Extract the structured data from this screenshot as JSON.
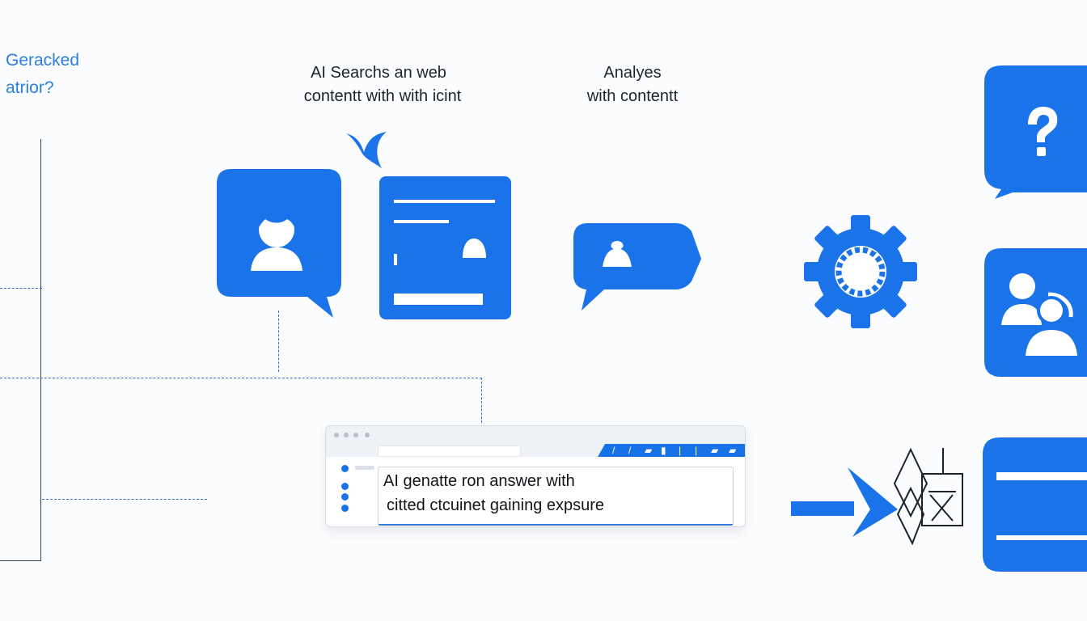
{
  "colors": {
    "accent": "#1a73e8",
    "label_blue": "#2a7fe0",
    "text": "#1f2329",
    "line": "#2f6fd4"
  },
  "left_note": {
    "line1": "Geracked",
    "line2": "atrior?"
  },
  "steps": [
    {
      "line1": "AI Searchs an web",
      "line2": "contentt with with icint"
    },
    {
      "line1": "Analyes",
      "line2": "with contentt"
    }
  ],
  "answer": {
    "line1": "AI genatte ron answer with",
    "line2": "citted ctcuinet gaining expsure"
  },
  "icons": [
    "user-chat-bubble-icon",
    "web-document-icon",
    "chat-bubble-icon",
    "gear-icon",
    "question-bubble-icon",
    "users-bubble-icon",
    "arrow-right-icon",
    "shapes-icon",
    "window-icon"
  ]
}
